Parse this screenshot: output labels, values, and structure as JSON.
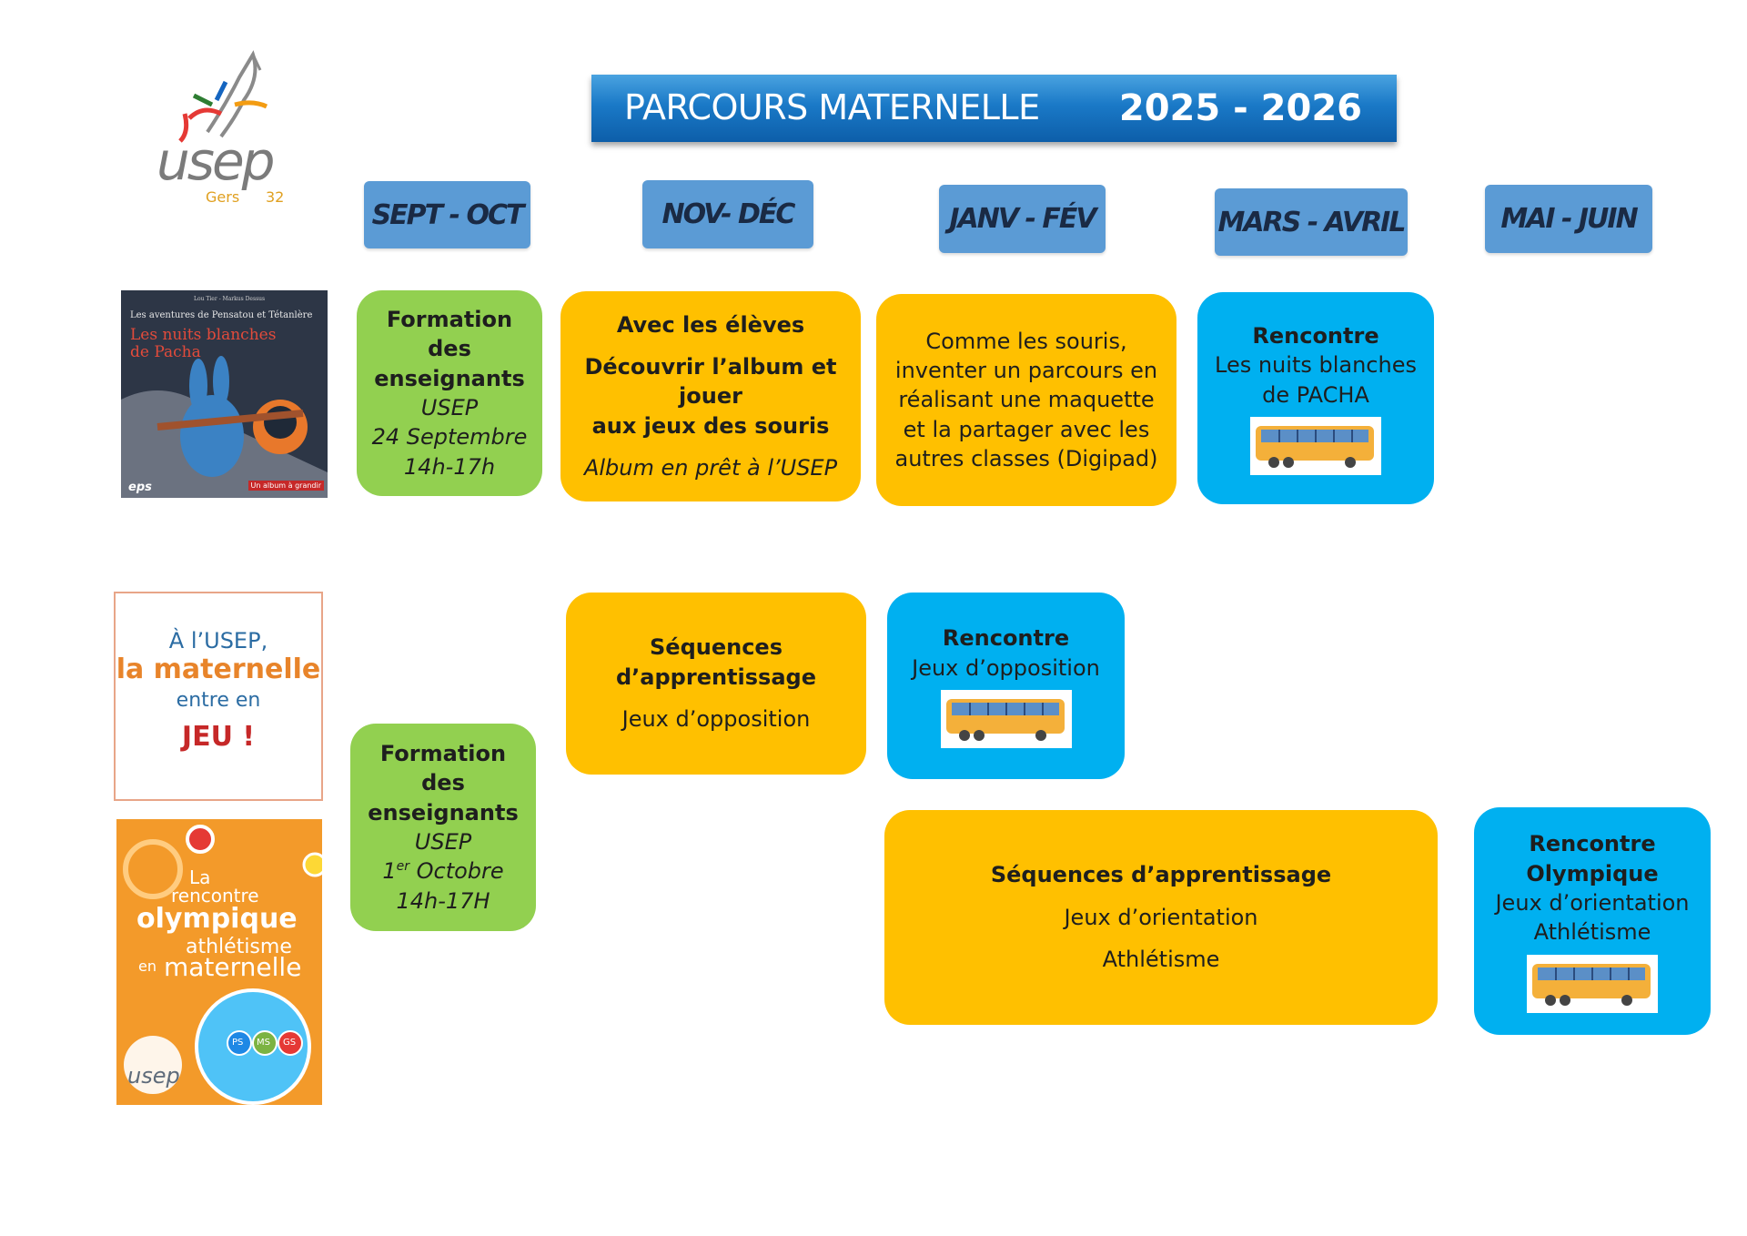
{
  "logo": {
    "wordmark": "usep",
    "subtitle_left": "Gers",
    "subtitle_right": "32"
  },
  "title": {
    "left": "PARCOURS MATERNELLE",
    "right": "2025 - 2026"
  },
  "periods": [
    "SEPT - OCT",
    "NOV- DÉC",
    "JANV - FÉV",
    "MARS - AVRIL",
    "MAI - JUIN"
  ],
  "book_cover": {
    "authors": "Lou Tier - Markus Dessus",
    "series": "Les aventures de Pensatou et Tétanlère",
    "title_line1": "Les nuits blanches",
    "title_line2": "de Pacha",
    "publisher": "eps",
    "badge": "Un album à grandir"
  },
  "row1": {
    "formation": {
      "l1": "Formation des",
      "l2": "enseignants",
      "l3": "USEP",
      "l4": "24 Septembre",
      "l5": "14h-17h"
    },
    "eleves": {
      "heading": "Avec les élèves",
      "l1": "Découvrir l’album et jouer",
      "l2": "aux jeux des souris",
      "note": "Album en prêt à l’USEP"
    },
    "souris": {
      "l1": "Comme les souris,",
      "l2": "inventer un parcours en",
      "l3": "réalisant une maquette",
      "l4": "et la  partager avec les",
      "l5": "autres classes (Digipad)"
    },
    "rencontre": {
      "heading": "Rencontre",
      "l1": "Les nuits blanches",
      "l2": "de PACHA"
    }
  },
  "usep_poster": {
    "l1": "À l’USEP,",
    "l2": "la maternelle",
    "l3": "entre en",
    "l4": "JEU !"
  },
  "olympic_poster": {
    "l1": "La",
    "l2": "rencontre",
    "l3": "olympique",
    "l4": "athlétisme",
    "l5": "en",
    "l6": "maternelle",
    "levels": [
      "PS",
      "MS",
      "GS"
    ],
    "brand": "usep"
  },
  "row2": {
    "formation": {
      "l1": "Formation des",
      "l2": "enseignants",
      "l3": "USEP",
      "day": "1",
      "sup": "er",
      "month": " Octobre",
      "l5": "14h-17H"
    },
    "seq_opposition": {
      "heading_l1": "Séquences",
      "heading_l2": "d’apprentissage",
      "l1": "Jeux d’opposition"
    },
    "rencontre_opposition": {
      "heading": "Rencontre",
      "l1": "Jeux d’opposition"
    },
    "seq_orientation": {
      "heading": "Séquences d’apprentissage",
      "l1": "Jeux d’orientation",
      "l2": "Athlétisme"
    },
    "rencontre_olympique": {
      "heading_l1": "Rencontre",
      "heading_l2": "Olympique",
      "l1": "Jeux d’orientation",
      "l2": "Athlétisme"
    }
  },
  "colors": {
    "banner": "#1a79c7",
    "period": "#5b9bd5",
    "green": "#92d050",
    "yellow": "#ffc000",
    "blue": "#00b0f0",
    "bus": "#f4b03a"
  },
  "icons": [
    "bus-icon",
    "usep-logo-icon"
  ]
}
